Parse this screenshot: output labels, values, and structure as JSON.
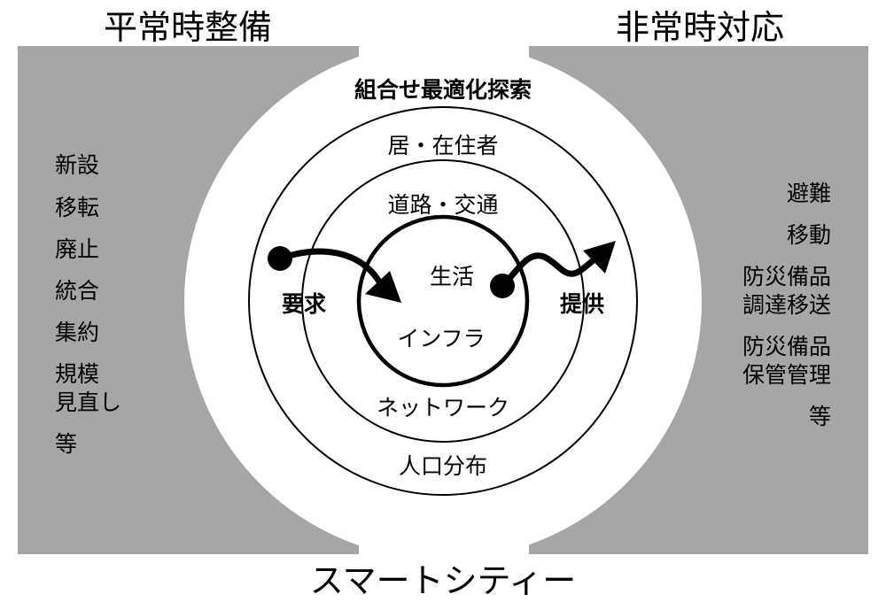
{
  "titles": {
    "left": "平常時整備",
    "right": "非常時対応",
    "bottom": "スマートシティー"
  },
  "left_items": [
    "新設",
    "移転",
    "廃止",
    "統合",
    "集約",
    "規模",
    "見直し",
    "等"
  ],
  "right_items": [
    "避難",
    "移動",
    "防災備品",
    "調達移送",
    "防災備品",
    "保管管理",
    "等"
  ],
  "rings": {
    "outer_top": "組合せ最適化探索",
    "ring3_top": "居・在住者",
    "ring3_bottom": "人口分布",
    "ring2_top": "道路・交通",
    "ring2_bottom": "ネットワーク",
    "core_top": "生活",
    "core_bottom": "インフラ"
  },
  "flows": {
    "request": "要求",
    "provide": "提供"
  },
  "colors": {
    "panel": "#a6a6a6",
    "background": "#ffffff",
    "ink": "#000000"
  }
}
